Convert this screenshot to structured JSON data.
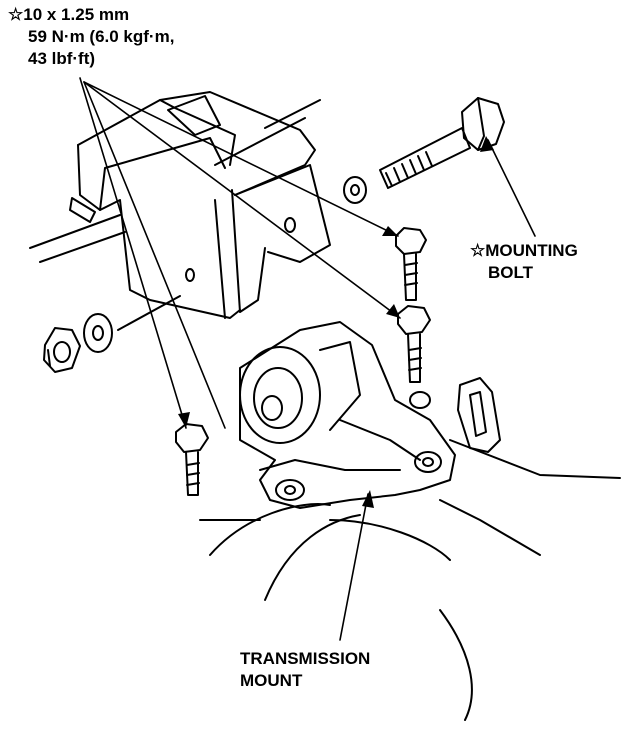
{
  "torque_spec": {
    "marker": "☆",
    "size": "10 x 1.25 mm",
    "torque_nm": "59 N·m (6.0 kgf·m,",
    "torque_lbf": "43 lbf·ft)"
  },
  "labels": {
    "mounting_bolt_marker": "☆",
    "mounting_bolt_line1": "MOUNTING",
    "mounting_bolt_line2": "BOLT",
    "transmission_mount_line1": "TRANSMISSION",
    "transmission_mount_line2": "MOUNT"
  },
  "colors": {
    "ink": "#000000",
    "paper": "#ffffff"
  }
}
